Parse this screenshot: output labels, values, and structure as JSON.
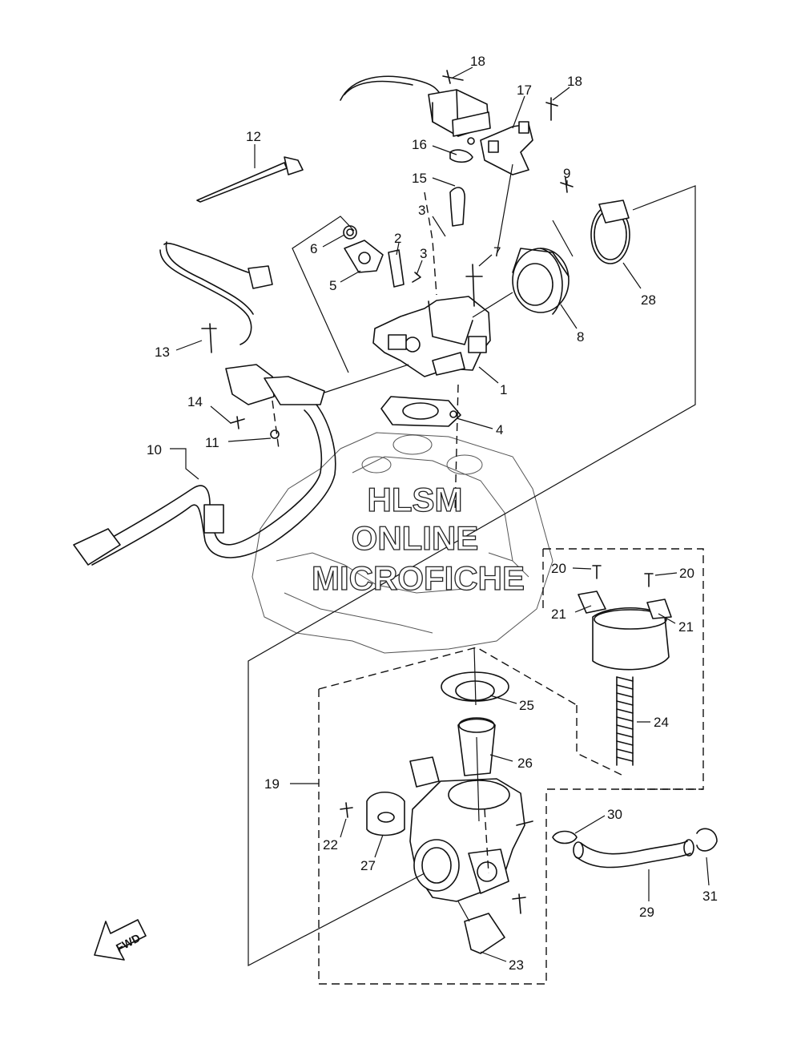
{
  "watermark": {
    "line1": "HLSM",
    "line2": "ONLINE",
    "line3": "MICROFICHE"
  },
  "direction_indicator": "FWD",
  "part_labels": [
    "18",
    "18",
    "17",
    "16",
    "15",
    "12",
    "9",
    "3",
    "2",
    "3",
    "7",
    "6",
    "5",
    "28",
    "8",
    "13",
    "1",
    "14",
    "4",
    "11",
    "10",
    "20",
    "20",
    "21",
    "21",
    "25",
    "24",
    "26",
    "19",
    "30",
    "22",
    "27",
    "31",
    "29",
    "23"
  ]
}
